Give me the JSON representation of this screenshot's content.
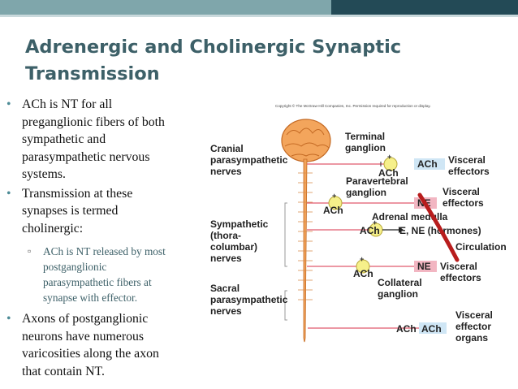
{
  "slide": {
    "title_line1": "Adrenergic and Cholinergic Synaptic",
    "title_line2": "Transmission",
    "bullets": [
      [
        "ACh is NT for all",
        "preganglionic fibers of both",
        "sympathetic and",
        "parasympathetic nervous",
        "systems."
      ],
      [
        "Transmission at these",
        "synapses is termed",
        "cholinergic:"
      ]
    ],
    "sub_bullet": [
      "ACh is NT released by most",
      "postganglionic",
      "parasympathetic fibers at",
      "synapse with effector."
    ],
    "bullets_after": [
      [
        "Axons of postganglionic",
        "neurons have numerous",
        "varicosities along the axon",
        "that contain NT."
      ]
    ]
  },
  "figure": {
    "copyright": "Copyright © The McGraw-Hill Companies, Inc. Permission required for reproduction or display.",
    "cranial": [
      "Cranial",
      "parasympathetic",
      "nerves"
    ],
    "sympathetic": [
      "Sympathetic",
      "(thora-",
      "columbar)",
      "nerves"
    ],
    "sacral": [
      "Sacral",
      "parasympathetic",
      "nerves"
    ],
    "terminal_ganglion": [
      "Terminal",
      "ganglion"
    ],
    "paravertebral_ganglion": [
      "Paravertebral",
      "ganglion"
    ],
    "adrenal_medulla": "Adrenal medulla",
    "hormones": "E, NE (hormones)",
    "circulation": "Circulation",
    "collateral_ganglion": [
      "Collateral",
      "ganglion"
    ],
    "visceral_effectors": [
      "Visceral",
      "effectors"
    ],
    "visceral_effector_organs": [
      "Visceral",
      "effector",
      "organs"
    ],
    "ach": "ACh",
    "ne": "NE",
    "plus": "+",
    "colors": {
      "pink_line": "#e05a6e",
      "ach_box": "#cfe6f5",
      "ne_box": "#f2b6c2",
      "ganglion": "#f6f08a",
      "cord": "#f2a45a",
      "artery": "#b81d1d"
    }
  }
}
